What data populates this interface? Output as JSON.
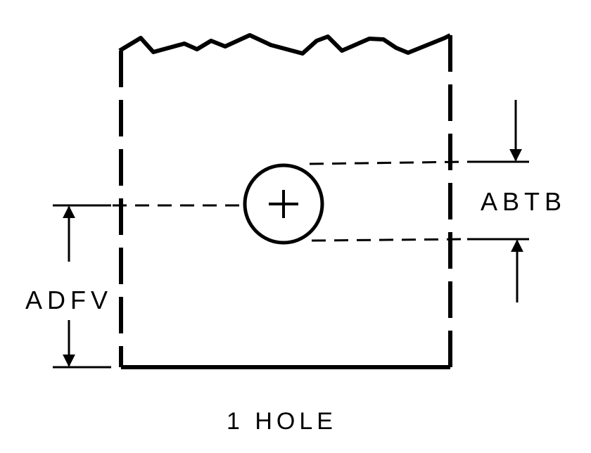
{
  "labels": {
    "hole_spacing": "ABTB",
    "edge_distance": "ADFV",
    "caption": "1 HOLE"
  },
  "colors": {
    "ink": "#000000",
    "background": "#ffffff"
  }
}
